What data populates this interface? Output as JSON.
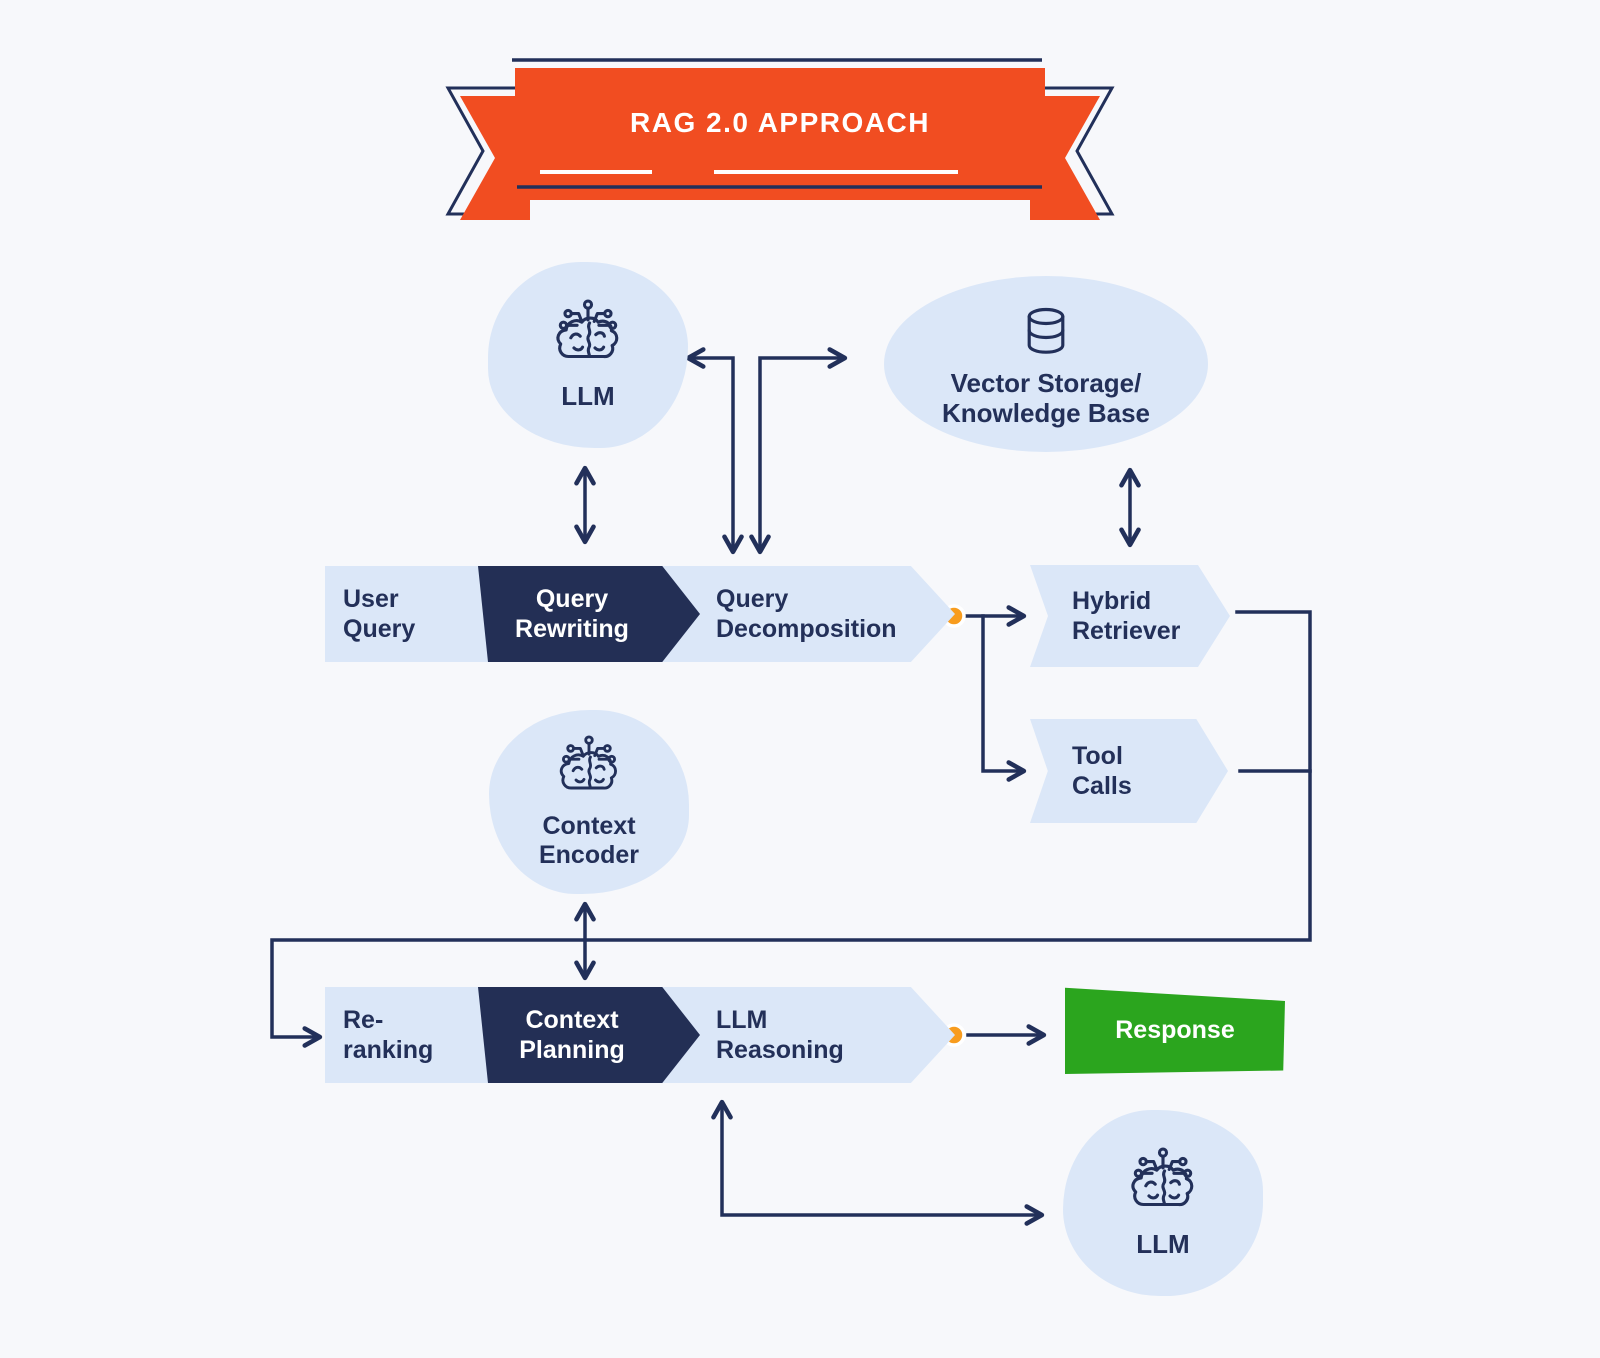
{
  "banner": {
    "title": "RAG 2.0 APPROACH"
  },
  "colors": {
    "background": "#F7F8FB",
    "navy": "#22305A",
    "dark_shape": "#232F55",
    "light_blue": "#DBE7F8",
    "banner_orange": "#F14D21",
    "dot_orange": "#F89C1E",
    "response_green": "#2BA51E",
    "text_white": "#FFFFFF"
  },
  "bubbles": {
    "llm_top": {
      "label": "LLM",
      "icon": "brain-circuit-icon"
    },
    "vector_storage": {
      "line1": "Vector Storage/",
      "line2": "Knowledge Base",
      "icon": "database-icon"
    },
    "context_encoder": {
      "line1": "Context",
      "line2": "Encoder",
      "icon": "brain-circuit-icon"
    },
    "llm_bottom": {
      "label": "LLM",
      "icon": "brain-circuit-icon"
    }
  },
  "row1": {
    "steps": [
      {
        "line1": "User",
        "line2": "Query",
        "style": "light"
      },
      {
        "line1": "Query",
        "line2": "Rewriting",
        "style": "dark"
      },
      {
        "line1": "Query",
        "line2": "Decomposition",
        "style": "light"
      }
    ]
  },
  "row2": {
    "steps": [
      {
        "line1": "Re-",
        "line2": "ranking",
        "style": "light"
      },
      {
        "line1": "Context",
        "line2": "Planning",
        "style": "dark"
      },
      {
        "line1": "LLM",
        "line2": "Reasoning",
        "style": "light"
      }
    ]
  },
  "branches": {
    "hybrid_retriever": {
      "line1": "Hybrid",
      "line2": "Retriever"
    },
    "tool_calls": {
      "line1": "Tool",
      "line2": "Calls"
    }
  },
  "response": {
    "label": "Response"
  }
}
